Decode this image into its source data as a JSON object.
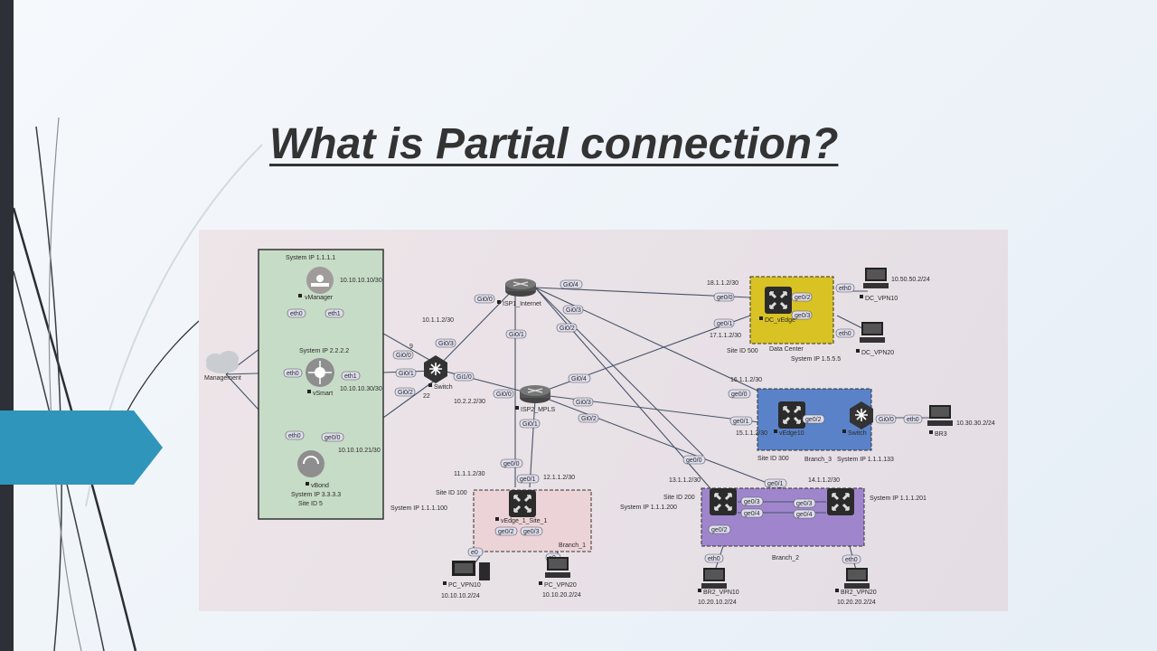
{
  "slide": {
    "title": "What is Partial connection?",
    "colors": {
      "accent_tab": "#2f95bb",
      "left_bar": "#2d3036",
      "title": "#333333"
    }
  },
  "diagram": {
    "cloud": {
      "label": "Management"
    },
    "controller_panel": {
      "vmanager": {
        "system_ip": "System IP 1.1.1.1",
        "ip": "10.10.10.10/30",
        "name": "vManager",
        "if_eth0": "eth0",
        "if_eth1": "eth1"
      },
      "vsmart": {
        "system_ip": "System IP 2.2.2.2",
        "ip": "10.10.10.30/30",
        "name": "vSmart",
        "if_eth0": "eth0",
        "if_eth1": "eth1"
      },
      "vbond": {
        "system_ip": "System IP 3.3.3.3",
        "site_id": "Site ID 5",
        "ip": "10.10.10.21/30",
        "name": "vBond",
        "if_eth0": "eth0",
        "if_ge0": "ge0/0"
      }
    },
    "switch": {
      "name": "Switch",
      "num1": "9",
      "num2": "22",
      "ifs": [
        "Gi0/0",
        "Gi0/1",
        "Gi0/2",
        "Gi0/3",
        "Gi1/0"
      ]
    },
    "isp1": {
      "name": "ISP1_Internet",
      "net": "10.1.1.2/30",
      "ifs": [
        "Gi0/0",
        "Gi0/4",
        "Gi0/1",
        "Gi0/3",
        "Gi0/2"
      ]
    },
    "isp2": {
      "name": "ISP2_MPLS",
      "net": "10.2.2.2/30",
      "ifs": [
        "Gi0/0",
        "Gi0/4",
        "Gi0/3",
        "Gi0/2",
        "Gi0/1"
      ]
    },
    "dc": {
      "name": "DC_vEdge",
      "title": "Data Center",
      "system_ip": "System IP 1.5.5.5",
      "site_id": "Site ID 500",
      "net1": "18.1.1.2/30",
      "net2": "17.1.1.2/30",
      "ifs": [
        "ge0/0",
        "ge0/1",
        "ge0/2",
        "ge0/3",
        "eth0",
        "eth0"
      ],
      "pc1": "DC_VPN10",
      "pc2": "DC_VPN20",
      "pc_net": "10.50.50.2/24"
    },
    "branch3": {
      "name": "vEdge10",
      "switch": "Switch",
      "title": "Branch_3",
      "site_id": "Site ID 300",
      "system_ip": "System IP 1.1.1.133",
      "net1": "16.1.1.2/30",
      "net2": "15.1.1.2/30",
      "ifs": [
        "ge0/0",
        "ge0/1",
        "ge0/2",
        "Gi0/0",
        "eth0"
      ],
      "pc": "BR3",
      "pc_net": "10.30.30.2/24"
    },
    "site1": {
      "name": "vEdge_1_Site_1",
      "title": "Branch_1",
      "site_id": "Site ID 100",
      "system_ip": "System IP 1.1.1.100",
      "net1": "11.1.1.2/30",
      "net2": "12.1.1.2/30",
      "ifs": [
        "ge0/0",
        "ge0/1",
        "ge0/2",
        "ge0/3",
        "e0",
        "e0"
      ],
      "pc1": "PC_VPN10",
      "pc2": "PC_VPN20",
      "pc1_net": "10.10.10.2/24",
      "pc2_net": "10.10.20.2/24"
    },
    "branch2": {
      "title": "Branch_2",
      "site_id": "Site ID 200",
      "system_ip_left": "System IP 1.1.1.200",
      "system_ip_right": "System IP 1.1.1.201",
      "net1": "13.1.1.2/30",
      "net2": "14.1.1.2/30",
      "ifs": [
        "ge0/0",
        "ge0/1",
        "ge0/3",
        "ge0/4",
        "ge0/3",
        "ge0/4",
        "ge0/2",
        "eth0",
        "eth0"
      ],
      "pc1": "BR2_VPN10",
      "pc2": "BR2_VPN20",
      "pc1_net": "10.20.10.2/24",
      "pc2_net": "10.20.20.2/24"
    }
  }
}
